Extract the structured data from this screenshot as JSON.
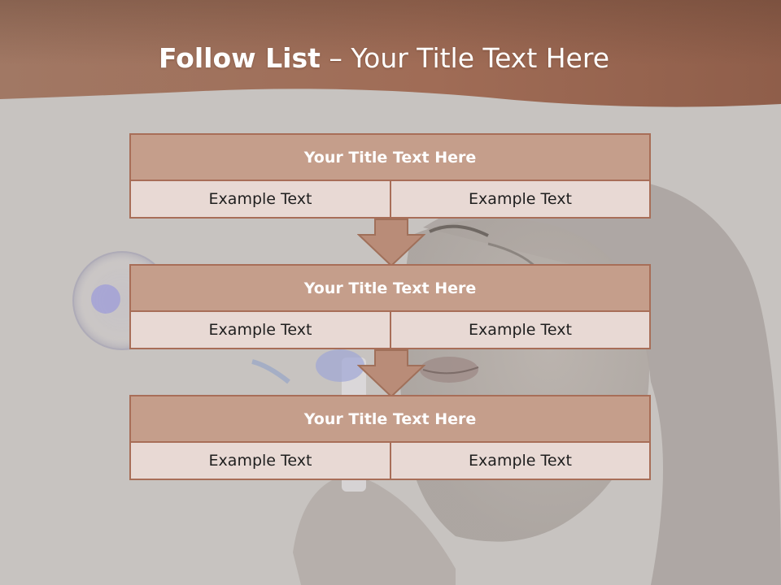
{
  "slide": {
    "title_bold": "Follow List",
    "title_rest": "– Your Title Text Here"
  },
  "blocks": [
    {
      "title": "Your Title Text Here",
      "left": "Example Text",
      "right": "Example Text"
    },
    {
      "title": "Your Title Text Here",
      "left": "Example Text",
      "right": "Example Text"
    },
    {
      "title": "Your Title Text Here",
      "left": "Example Text",
      "right": "Example Text"
    }
  ],
  "colors": {
    "header": "#a4705a",
    "title_row": "#c59e8b",
    "cell": "#e8d9d4",
    "border": "#a86e58"
  }
}
